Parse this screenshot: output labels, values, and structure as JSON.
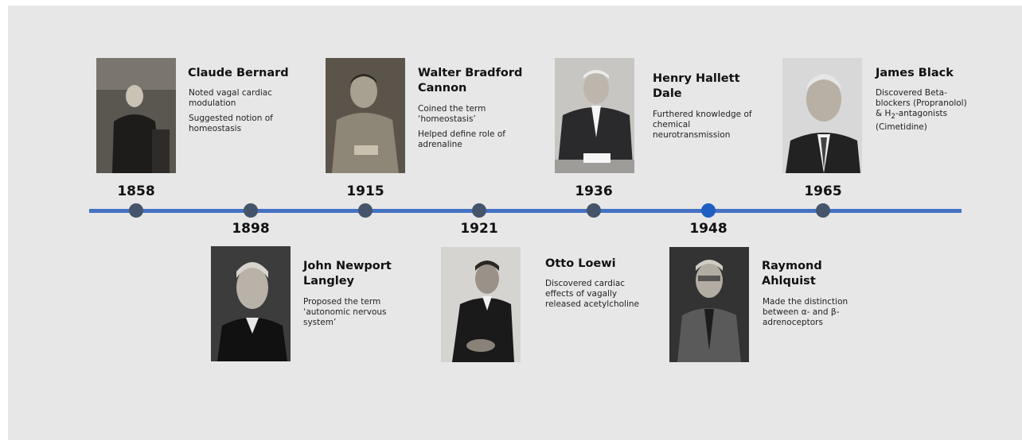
{
  "timeline": {
    "events": [
      {
        "year": "1858",
        "name": "Claude Bernard",
        "desc1": "Noted vagal cardiac modulation",
        "desc2": "Suggested notion of homeostasis",
        "portrait": "portrait-photo"
      },
      {
        "year": "1898",
        "name": "John Newport Langley",
        "desc1": "Proposed the term ‘autonomic nervous system’",
        "portrait": "portrait-photo"
      },
      {
        "year": "1915",
        "name": "Walter Bradford Cannon",
        "desc1": "Coined the term ‘homeostasis’",
        "desc2": "Helped define role of adrenaline",
        "portrait": "portrait-photo"
      },
      {
        "year": "1921",
        "name": "Otto Loewi",
        "desc1": "Discovered cardiac effects of vagally released acetylcholine",
        "portrait": "portrait-photo"
      },
      {
        "year": "1936",
        "name": "Henry Hallett Dale",
        "desc1": "Furthered knowledge of chemical neurotransmission",
        "portrait": "portrait-photo"
      },
      {
        "year": "1948",
        "name": "Raymond Ahlquist",
        "desc1": "Made the distinction between α- and β-adrenoceptors",
        "portrait": "portrait-photo"
      },
      {
        "year": "1965",
        "name": "James Black",
        "desc1": "Discovered Beta-blockers (Propranolol) & H",
        "desc1_sub": "2",
        "desc1_after": "-antagonists (Cimetidine)",
        "portrait": "portrait-photo"
      }
    ]
  },
  "colors": {
    "axis": "#4472c4",
    "dot": "#44546a",
    "dot_highlight": "#1f5fc2",
    "background": "#e7e7e7"
  }
}
